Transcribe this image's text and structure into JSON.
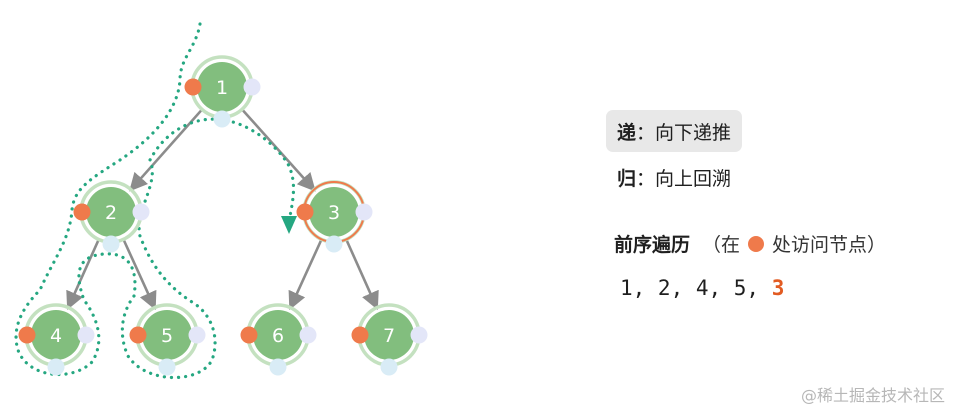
{
  "tree": {
    "nodes": [
      {
        "id": 1,
        "label": "1",
        "state": "done"
      },
      {
        "id": 2,
        "label": "2",
        "state": "done"
      },
      {
        "id": 3,
        "label": "3",
        "state": "current"
      },
      {
        "id": 4,
        "label": "4",
        "state": "done"
      },
      {
        "id": 5,
        "label": "5",
        "state": "done"
      },
      {
        "id": 6,
        "label": "6",
        "state": "pending"
      },
      {
        "id": 7,
        "label": "7",
        "state": "pending"
      }
    ],
    "edges": [
      [
        1,
        2
      ],
      [
        1,
        3
      ],
      [
        2,
        4
      ],
      [
        2,
        5
      ],
      [
        3,
        6
      ],
      [
        3,
        7
      ]
    ]
  },
  "legend": {
    "recurse_key": "递",
    "recurse_sep": "：",
    "recurse_text": "向下递推",
    "backtrack_key": "归",
    "backtrack_sep": "：",
    "backtrack_text": "向上回溯"
  },
  "traversal": {
    "title": "前序遍历",
    "note_open": "（在",
    "note_close": "处访问节点）",
    "sequence_prefix": "1, 2, 4, 5, ",
    "sequence_current": "3"
  },
  "watermark": "@稀土掘金技术社区",
  "colors": {
    "node_fill": "#82be7e",
    "node_ring": "#c4e1c0",
    "visit_dot": "#ef7a4b",
    "side_dot": "#e3e6f8",
    "bottom_dot": "#d9ecf6",
    "edge": "#8c8c8c",
    "path": "#25a781",
    "highlight": "#e25b22"
  }
}
